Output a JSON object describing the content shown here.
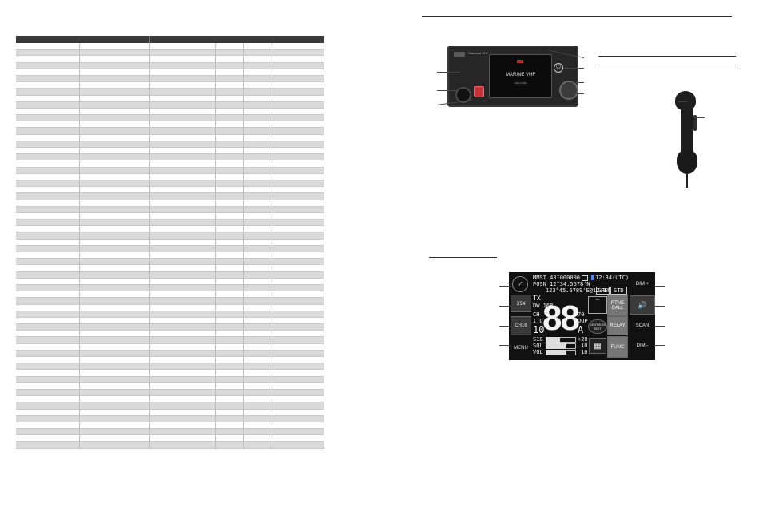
{
  "spec_table": {
    "row_count": 62,
    "column_count": 6
  },
  "radio": {
    "brand": "Standard VHF",
    "screen_title": "MARINE VHF",
    "screen_sub": "WELCOME"
  },
  "display": {
    "mmsi": "MMSI 431000000",
    "time_utc": "12:34(UTC)",
    "posn": "POSN 12°34.5678'N",
    "lon": "123°45.6789'E@12:34",
    "gps": "GPS",
    "std": "STD",
    "tx": "TX",
    "dw": "DW 16B",
    "ch": "CH",
    "itu": "ITU",
    "ch_number_small": "10",
    "big_channel": "88",
    "seventy": "70",
    "dup": "DUP",
    "a": "A",
    "sig": "SIG",
    "sql": "SQL",
    "vol": "VOL",
    "sig_val": "+20",
    "sql_val": "10",
    "vol_val": "10",
    "power": "25W",
    "ch16": "CH16",
    "menu": "MENU",
    "rtne_call": "RTNE CALL",
    "relay": "RELAY",
    "func": "FUNC",
    "distress": "DISTRESS EDIT",
    "dim_plus": "DIM +",
    "speaker": "🔊",
    "scan": "SCAN",
    "dim_minus": "DIM -"
  }
}
